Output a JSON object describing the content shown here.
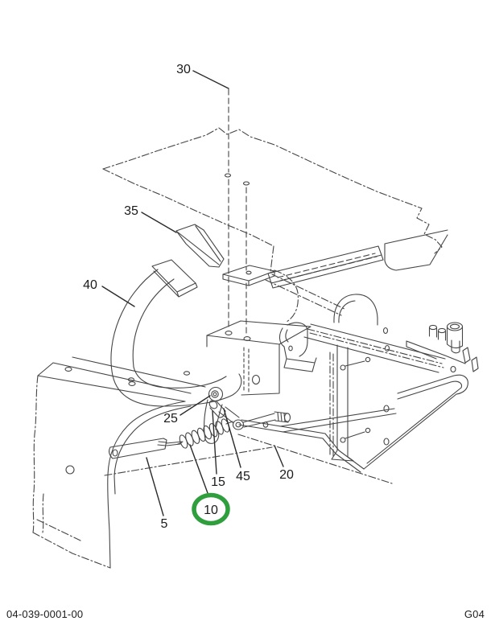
{
  "figure": {
    "footer_left": "04-039-0001-00",
    "footer_right": "G04",
    "line_color": "#454545",
    "highlight_color": "#2f9e3d"
  },
  "callouts": [
    {
      "label": "30",
      "highlighted": false
    },
    {
      "label": "35",
      "highlighted": false
    },
    {
      "label": "40",
      "highlighted": false
    },
    {
      "label": "25",
      "highlighted": false
    },
    {
      "label": "15",
      "highlighted": false
    },
    {
      "label": "45",
      "highlighted": false
    },
    {
      "label": "20",
      "highlighted": false
    },
    {
      "label": "5",
      "highlighted": false
    },
    {
      "label": "10",
      "highlighted": true
    }
  ]
}
